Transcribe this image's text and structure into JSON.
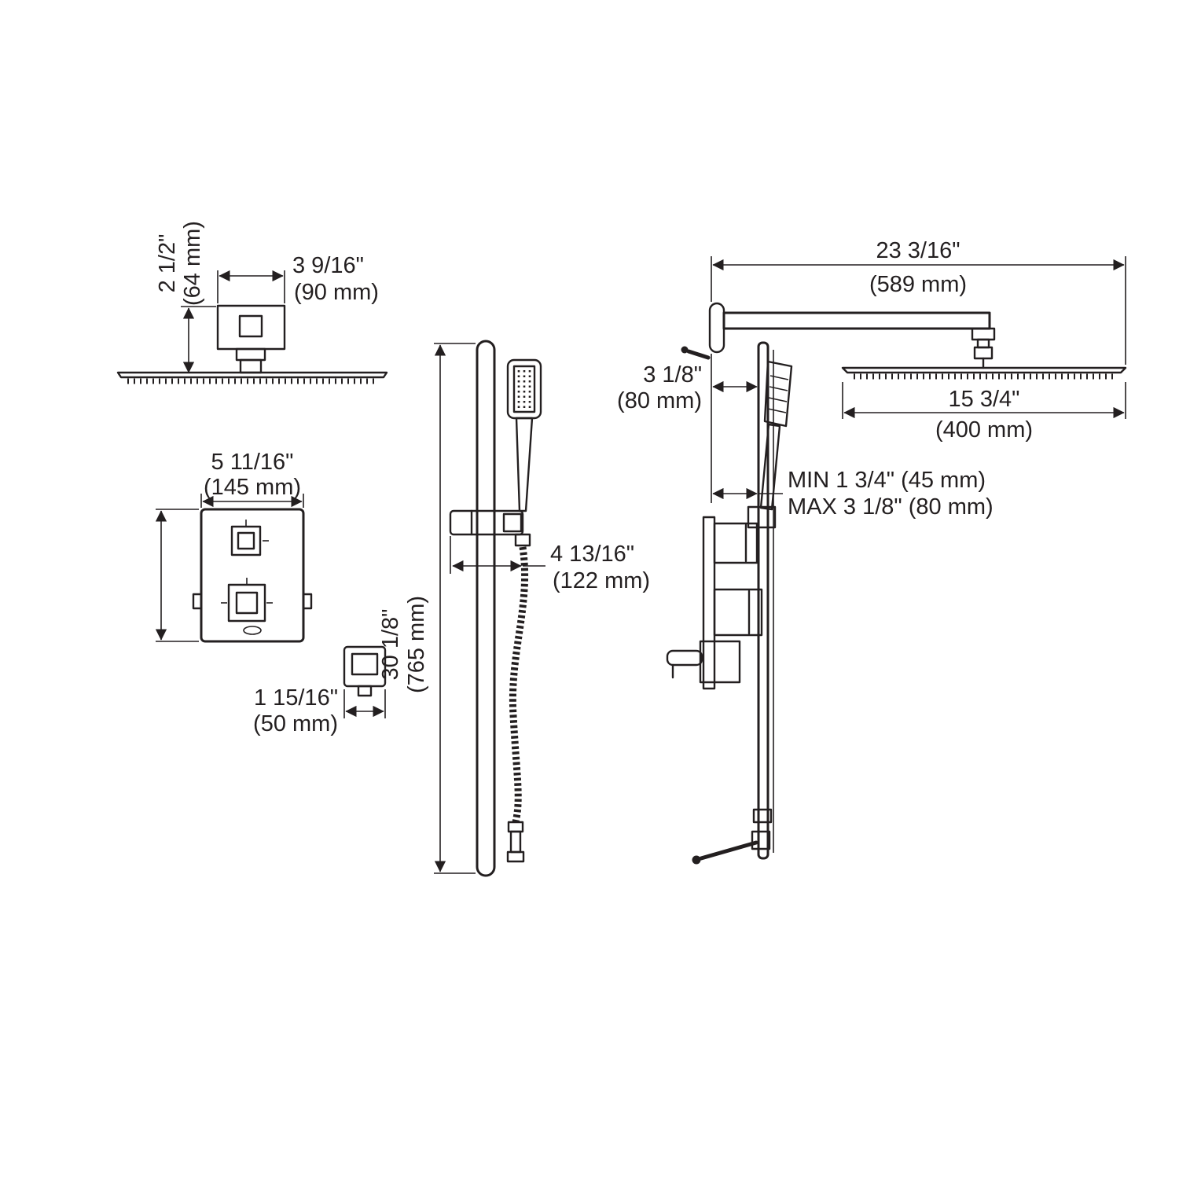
{
  "drawing": {
    "type": "technical-dimension-diagram",
    "subject": "shower system installation dimensions",
    "line_color": "#231f20",
    "background_color": "#ffffff"
  },
  "dimensions": {
    "arm_height": {
      "in": "2 1/2\"",
      "mm": "(64 mm)"
    },
    "arm_length": {
      "in": "3 9/16\"",
      "mm": "(90 mm)"
    },
    "valve_width": {
      "in": "5 11/16\"",
      "mm": "(145 mm)"
    },
    "escutcheon_width": {
      "in": "1 15/16\"",
      "mm": "(50 mm)"
    },
    "slidebar_height": {
      "in": "30 1/8\"",
      "mm": "(765 mm)"
    },
    "bracket_offset": {
      "in": "4 13/16\"",
      "mm": "(122 mm)"
    },
    "total_reach": {
      "in": "23 3/16\"",
      "mm": "(589 mm)"
    },
    "wall_offset": {
      "in": "3 1/8\"",
      "mm": "(80 mm)"
    },
    "head_width": {
      "in": "15 3/4\"",
      "mm": "(400 mm)"
    },
    "depth_min": "MIN 1 3/4\" (45 mm)",
    "depth_max": "MAX 3 1/8\" (80 mm)"
  }
}
